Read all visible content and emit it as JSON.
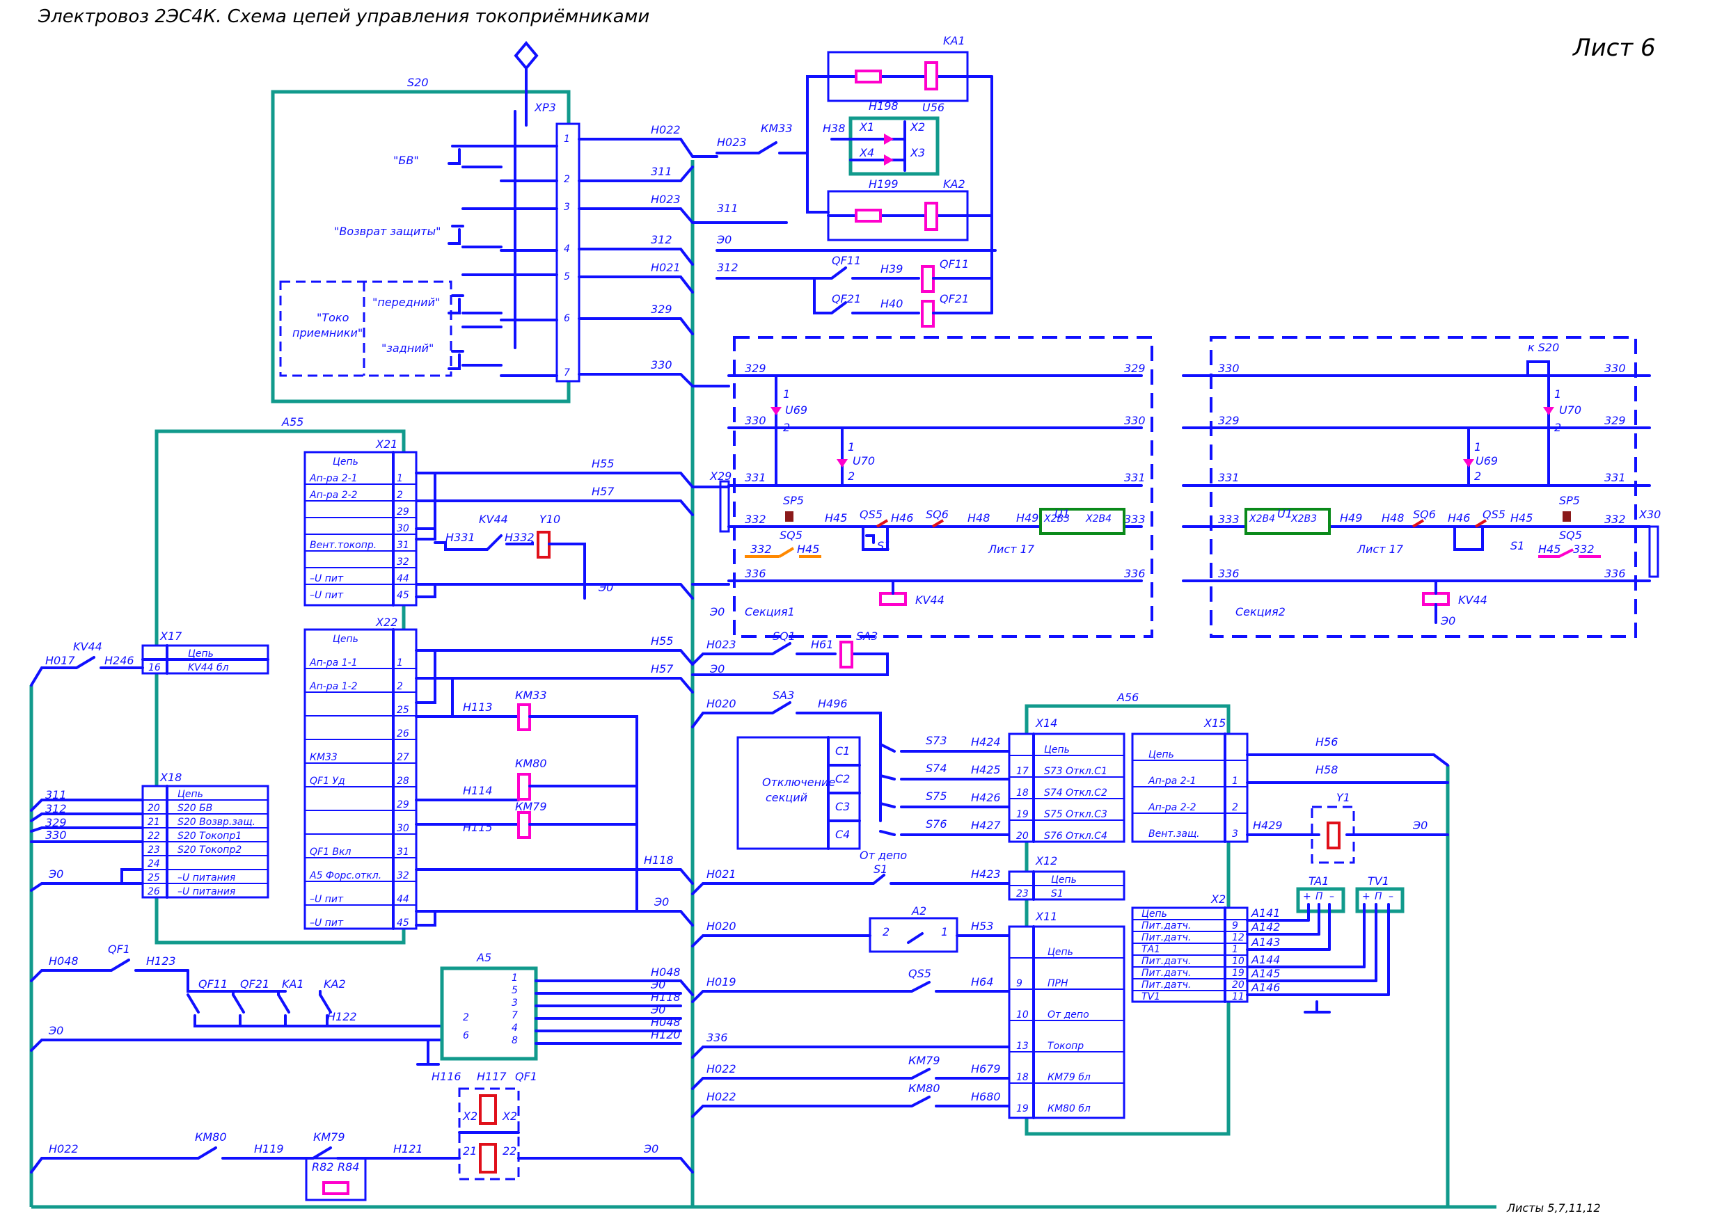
{
  "header": {
    "title": "Электровоз 2ЭС4К. Схема цепей управления токоприёмниками",
    "sheet": "Лист 6"
  },
  "footer": {
    "sheets_ref": "Листы 5,7,11,12"
  },
  "s20": {
    "name": "S20",
    "connector": "XP3",
    "pins": [
      "1",
      "2",
      "3",
      "4",
      "5",
      "6",
      "7"
    ],
    "labels": [
      "\"БВ\"",
      "\"Возврат защиты\"",
      "\"передний\"",
      "\"задний\""
    ],
    "group_label_1": "\"Токо",
    "group_label_2": "приемники\""
  },
  "ka1": {
    "name": "KA1"
  },
  "ka2": {
    "name": "KA2"
  },
  "u56": {
    "name": "U56",
    "pins": [
      "X1",
      "X2",
      "X4",
      "X3"
    ],
    "h198": "Н198",
    "h199": "Н199",
    "h38": "Н38"
  },
  "top_wires": {
    "w1": [
      "Н022",
      "Н023"
    ],
    "km33": "КМ33",
    "w2": [
      "311",
      "Н023",
      "311",
      "312",
      "Э0",
      "Н021",
      "312",
      "329",
      "330"
    ],
    "qf11": "QF11",
    "qf21": "QF21",
    "h39": "Н39",
    "h40": "Н40"
  },
  "a55": {
    "name": "A55",
    "x21": {
      "name": "X21",
      "header": "Цепь",
      "rows": [
        {
          "label": "Ап-ра 2-1",
          "pin": "1"
        },
        {
          "label": "Ап-ра 2-2",
          "pin": "2"
        },
        {
          "label": "",
          "pin": "29"
        },
        {
          "label": "",
          "pin": "30"
        },
        {
          "label": "Вент.токопр.",
          "pin": "31"
        },
        {
          "label": "",
          "pin": "32"
        },
        {
          "label": "–U пит",
          "pin": "44"
        },
        {
          "label": "–U пит",
          "pin": "45"
        }
      ]
    },
    "x22": {
      "name": "X22",
      "header": "Цепь",
      "rows": [
        {
          "label": "Ап-ра 1-1",
          "pin": "1"
        },
        {
          "label": "Ап-ра 1-2",
          "pin": "2"
        },
        {
          "label": "",
          "pin": "25"
        },
        {
          "label": "",
          "pin": "26"
        },
        {
          "label": "КМ33",
          "pin": "27"
        },
        {
          "label": "QF1 Уд",
          "pin": "28"
        },
        {
          "label": "",
          "pin": "29"
        },
        {
          "label": "",
          "pin": "30"
        },
        {
          "label": "QF1 Вкл",
          "pin": "31"
        },
        {
          "label": "А5 Форс.откл.",
          "pin": "32"
        },
        {
          "label": "–U пит",
          "pin": "44"
        },
        {
          "label": "–U пит",
          "pin": "45"
        }
      ]
    },
    "wires": {
      "h55": "Н55",
      "h57": "Н57",
      "h331": "Н331",
      "kv44": "KV44",
      "h332": "Н332",
      "y10": "Y10",
      "e0": "Э0",
      "h113": "Н113",
      "km33": "КМ33",
      "h114": "Н114",
      "km80": "КМ80",
      "km79": "КМ79",
      "h115": "Н115",
      "h118": "Н118"
    }
  },
  "x17": {
    "name": "X17",
    "rows": [
      {
        "label": "Цепь",
        "pin": ""
      },
      {
        "label": "KV44 бл",
        "pin": "16"
      }
    ],
    "kv44": "KV44",
    "h017": "Н017",
    "h246": "Н246"
  },
  "x18": {
    "name": "X18",
    "rows": [
      {
        "label": "Цепь",
        "pin": ""
      },
      {
        "label": "S20 БВ",
        "pin": "20"
      },
      {
        "label": "S20 Возвр.защ.",
        "pin": "21"
      },
      {
        "label": "S20 Токопр1",
        "pin": "22"
      },
      {
        "label": "S20 Токопр2",
        "pin": "23"
      },
      {
        "label": "",
        "pin": "24"
      },
      {
        "label": "–U питания",
        "pin": "25"
      },
      {
        "label": "–U питания",
        "pin": "26"
      }
    ],
    "left_wires": [
      "311",
      "312",
      "329",
      "330",
      "Э0"
    ]
  },
  "qf_chain": {
    "h048": "Н048",
    "qf1": "QF1",
    "h123": "Н123",
    "contacts": [
      "QF11",
      "QF21",
      "KA1",
      "KA2"
    ],
    "h122": "Н122",
    "e0": "Э0"
  },
  "a5": {
    "name": "A5",
    "left_pins": [
      "2",
      "6"
    ],
    "right_pins": [
      "1",
      "5",
      "3",
      "7",
      "4",
      "8"
    ],
    "right_wires": [
      "Н048",
      "Э0",
      "Н118",
      "Э0",
      "Н048",
      "Н120"
    ],
    "h116": "Н116",
    "h117": "Н117",
    "qf1": "QF1",
    "coil_pins": [
      "Х2",
      "Х2",
      "21",
      "22"
    ]
  },
  "bottom_chain": {
    "h022": "Н022",
    "km80": "КМ80",
    "h119": "Н119",
    "km79": "КМ79",
    "h121": "Н121",
    "e0": "Э0",
    "r82": "R82",
    "r84": "R84"
  },
  "sections": {
    "left": {
      "x29": "X29",
      "sp5": "SP5",
      "sq5": "SQ5",
      "qs5": "QS5",
      "sq6": "SQ6",
      "s1": "S1",
      "u69": "U69",
      "u70": "U70",
      "u1": "U1",
      "u1_pins": [
        "X2B3",
        "X2B4"
      ],
      "sheet17": "Лист 17",
      "kv44": "KV44",
      "section": "Секция1",
      "wires_left": [
        "329",
        "330",
        "331",
        "332",
        "336"
      ],
      "wires_right": [
        "329",
        "330",
        "331",
        "333",
        "336"
      ],
      "h": [
        "Н45",
        "Н46",
        "Н48",
        "Н49",
        "Н45"
      ],
      "num1": "1",
      "num2": "2"
    },
    "right": {
      "x30": "X30",
      "ks20": "к S20",
      "sp5": "SP5",
      "sq5": "SQ5",
      "qs5": "QS5",
      "sq6": "SQ6",
      "s1": "S1",
      "u69": "U69",
      "u70": "U70",
      "u1": "U1",
      "u1_pins": [
        "X2B4",
        "X2B3"
      ],
      "sheet17": "Лист 17",
      "kv44": "KV44",
      "e0": "Э0",
      "section": "Секция2",
      "wires_left": [
        "330",
        "329",
        "331",
        "333",
        "336"
      ],
      "wires_right": [
        "330",
        "329",
        "331",
        "332",
        "336"
      ],
      "h": [
        "Н49",
        "Н48",
        "Н46",
        "Н45",
        "Н45"
      ],
      "num1": "1",
      "num2": "2"
    },
    "e0": "Э0"
  },
  "middle": {
    "h55": "Н55",
    "h023": "Н023",
    "sq1": "SQ1",
    "h61": "Н61",
    "sa3": "SA3",
    "h57": "Н57",
    "e0": "Э0",
    "h020": "Н020",
    "sa3b": "SA3",
    "h496": "Н496",
    "otkl": [
      "Отключение",
      "секций"
    ],
    "c_labels": [
      "C1",
      "C2",
      "C3",
      "C4"
    ],
    "s_keys": [
      "S73",
      "S74",
      "S75",
      "S76"
    ],
    "h_wires": [
      "Н424",
      "Н425",
      "Н426",
      "Н427"
    ],
    "ot_depo": "От депо",
    "s1": "S1",
    "h021": "Н021",
    "h423": "Н423",
    "a2": "A2",
    "a2_pins": [
      "2",
      "1"
    ],
    "h020b": "Н020",
    "h53": "Н53",
    "h019": "Н019",
    "qs5": "QS5",
    "h64": "Н64",
    "w336": "336",
    "h022a": "Н022",
    "km79": "КМ79",
    "h679": "Н679",
    "h022b": "Н022",
    "km80": "КМ80",
    "h680": "Н680"
  },
  "a56": {
    "name": "A56",
    "x14": {
      "name": "X14",
      "rows": [
        {
          "label": "Цепь",
          "pin": ""
        },
        {
          "label": "S73 Откл.С1",
          "pin": "17"
        },
        {
          "label": "S74 Откл.С2",
          "pin": "18"
        },
        {
          "label": "S75 Откл.С3",
          "pin": "19"
        },
        {
          "label": "S76 Откл.С4",
          "pin": "20"
        }
      ]
    },
    "x12": {
      "name": "X12",
      "rows": [
        {
          "label": "Цепь",
          "pin": ""
        },
        {
          "label": "S1",
          "pin": "23"
        }
      ]
    },
    "x11": {
      "name": "X11",
      "rows": [
        {
          "label": "Цепь",
          "pin": ""
        },
        {
          "label": "ПРН",
          "pin": "9"
        },
        {
          "label": "От депо",
          "pin": "10"
        },
        {
          "label": "Токопр",
          "pin": "13"
        },
        {
          "label": "КМ79 бл",
          "pin": "18"
        },
        {
          "label": "КМ80 бл",
          "pin": "19"
        }
      ]
    },
    "x15": {
      "name": "X15",
      "rows": [
        {
          "label": "Цепь",
          "pin": ""
        },
        {
          "label": "Ап-ра 2-1",
          "pin": "1"
        },
        {
          "label": "Ап-ра 2-2",
          "pin": "2"
        },
        {
          "label": "Вент.защ.",
          "pin": "3"
        }
      ]
    },
    "x2": {
      "name": "X2",
      "rows": [
        {
          "label": "Цепь",
          "pin": ""
        },
        {
          "label": "Пит.датч.",
          "pin": "9"
        },
        {
          "label": "Пит.датч.",
          "pin": "12"
        },
        {
          "label": "ТА1",
          "pin": "1"
        },
        {
          "label": "Пит.датч.",
          "pin": "10"
        },
        {
          "label": "Пит.датч.",
          "pin": "19"
        },
        {
          "label": "Пит.датч.",
          "pin": "20"
        },
        {
          "label": "TV1",
          "pin": "11"
        }
      ]
    },
    "right_wires": {
      "h56": "Н56",
      "h58": "Н58",
      "h429": "Н429",
      "e0": "Э0",
      "y1": "Y1",
      "a": [
        "А141",
        "А142",
        "А143",
        "А144",
        "А145",
        "А146"
      ],
      "ta1": "TA1",
      "tv1": "TV1",
      "ta1_pins": [
        "+",
        "П",
        "–"
      ],
      "tv1_pins": [
        "+",
        "П",
        "–"
      ]
    }
  }
}
